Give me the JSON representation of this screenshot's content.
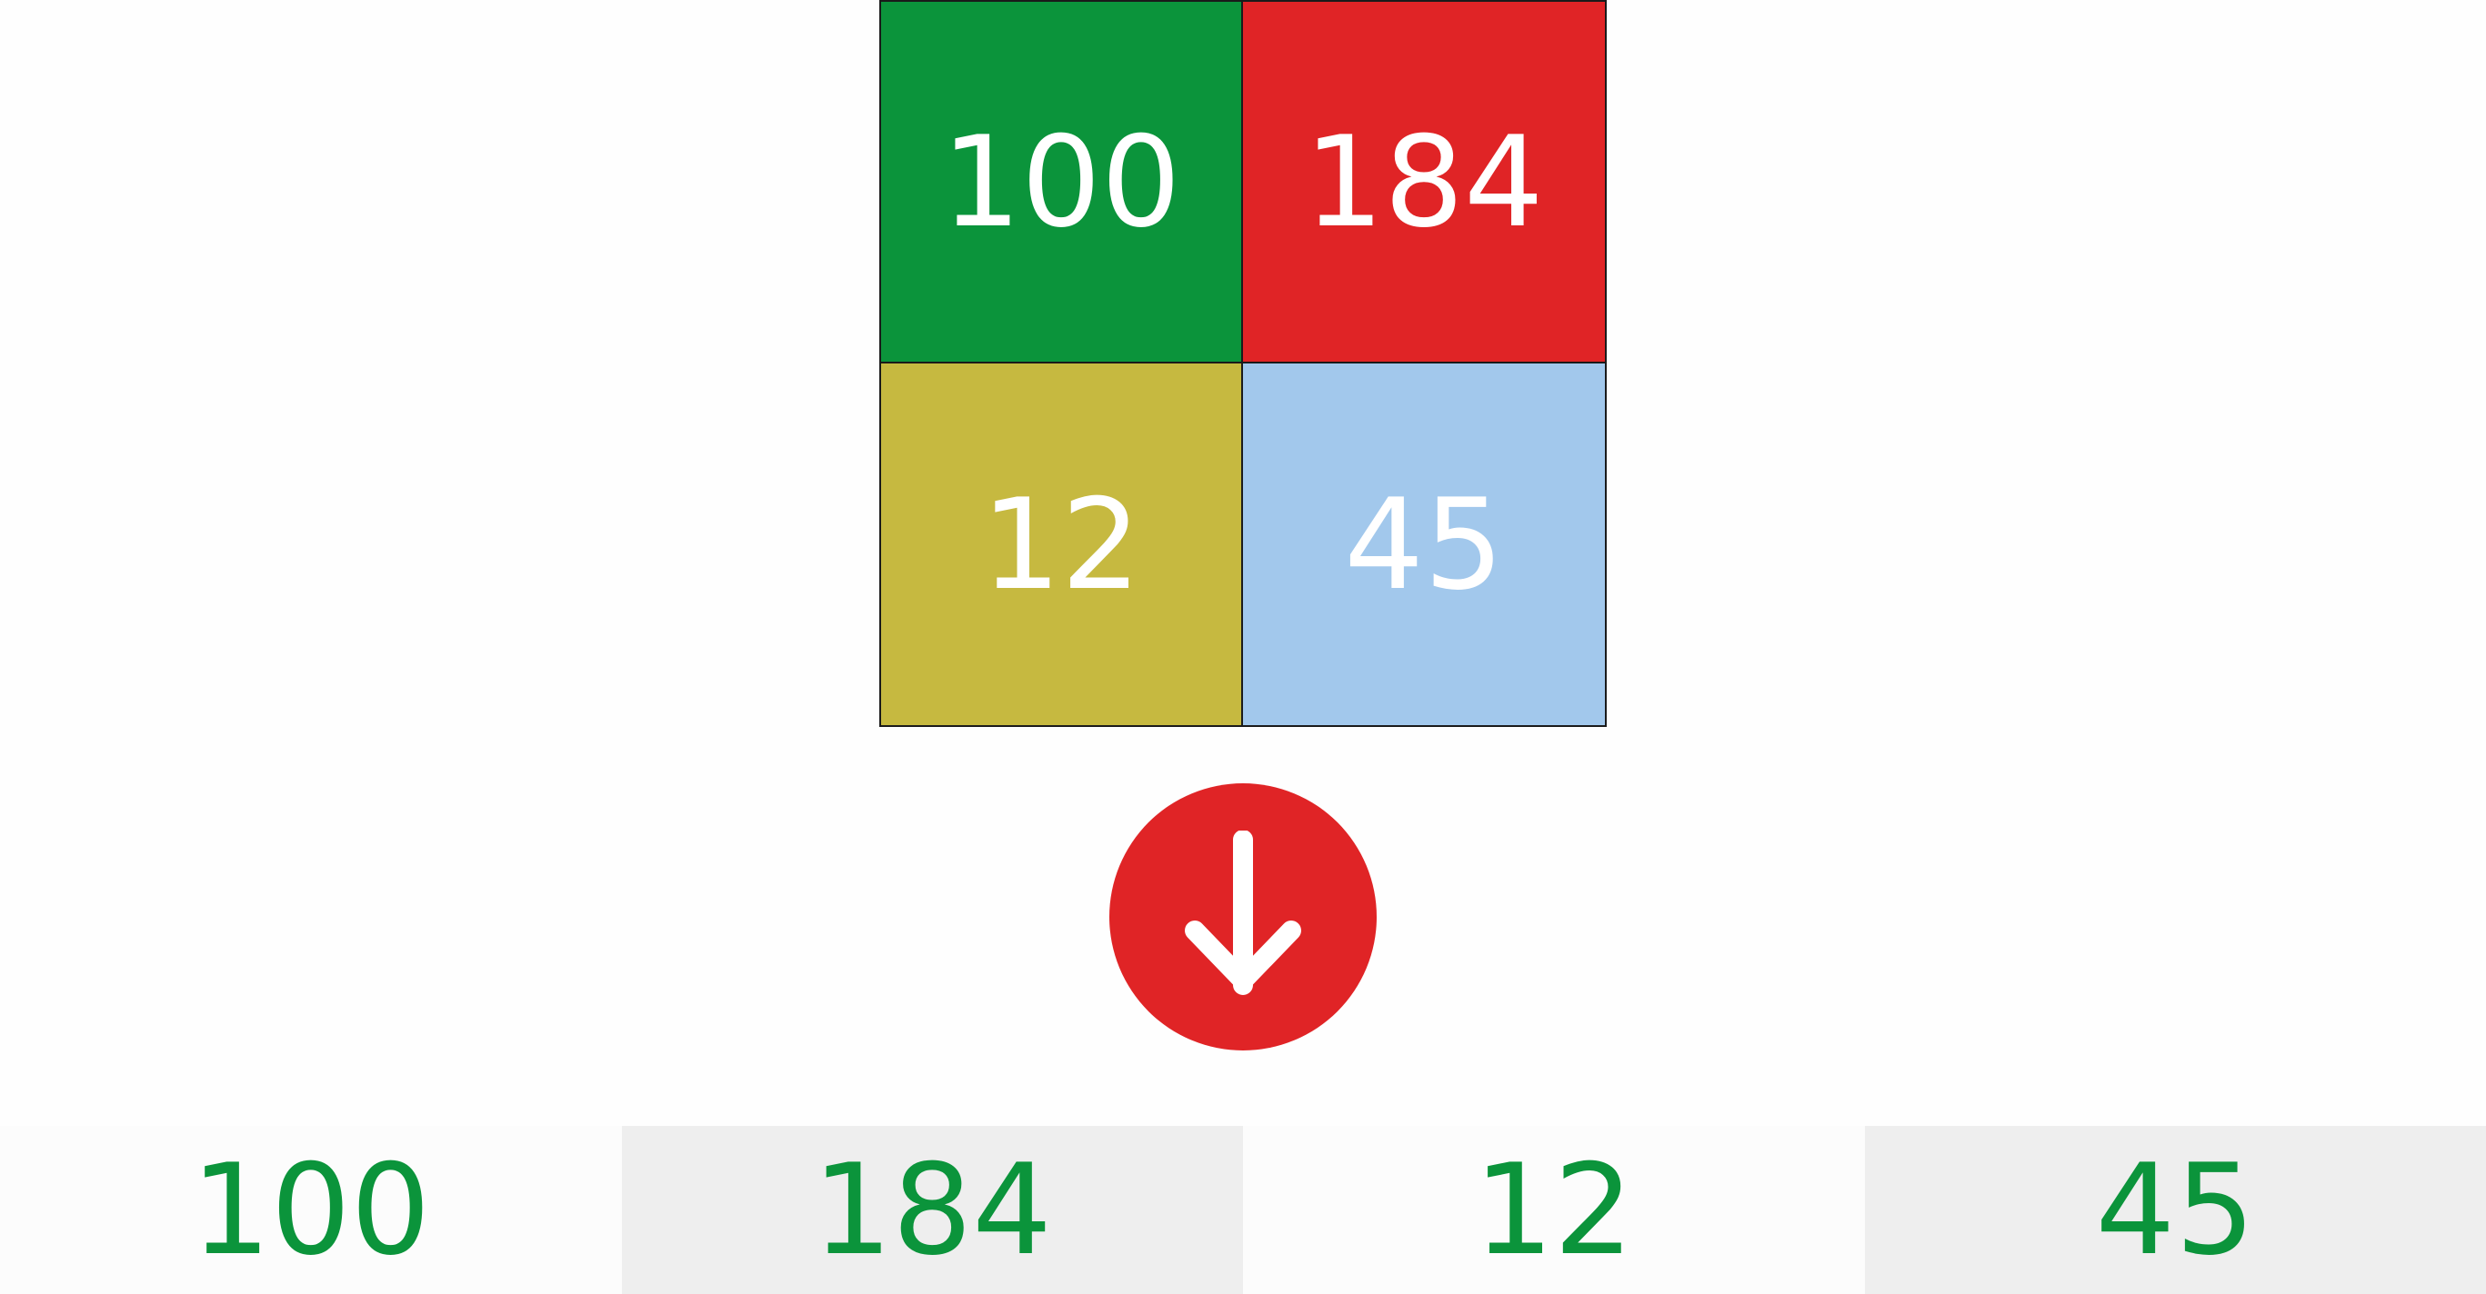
{
  "grid": {
    "cells": [
      {
        "value": "100",
        "color": "#0b943b"
      },
      {
        "value": "184",
        "color": "#e02426"
      },
      {
        "value": "12",
        "color": "#c6b940"
      },
      {
        "value": "45",
        "color": "#a2c8ec"
      }
    ]
  },
  "arrow": {
    "circle_color": "#e02426",
    "arrow_color": "#ffffff",
    "icon": "arrow-down-icon"
  },
  "flattened": {
    "text_color": "#0b943b",
    "items": [
      {
        "value": "100",
        "bg": "#fcfcfc"
      },
      {
        "value": "184",
        "bg": "#eeeeee"
      },
      {
        "value": "12",
        "bg": "#fcfcfc"
      },
      {
        "value": "45",
        "bg": "#eeeeee"
      }
    ]
  }
}
